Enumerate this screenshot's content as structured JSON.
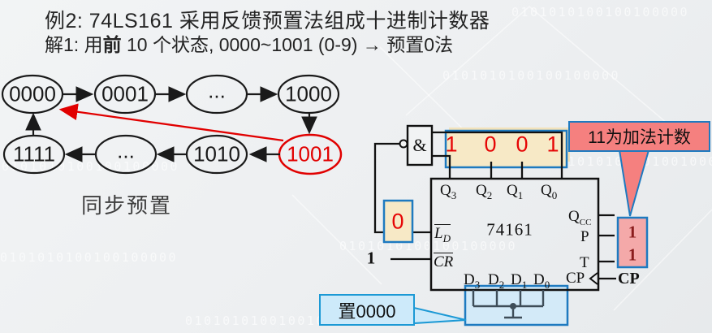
{
  "slide": {
    "title": "例2: 74LS161 采用反馈预置法组成十进制计数器",
    "subtitle_prefix": "解1: 用",
    "subtitle_bold": "前",
    "subtitle_suffix": " 10 个状态, 0000~1001 (0-9) → 预置0法"
  },
  "state_diagram": {
    "caption": "同步预置",
    "states": {
      "s0": "0000",
      "s1": "0001",
      "dots_top": "...",
      "s8": "1000",
      "s15": "1111",
      "dots_bottom": "...",
      "s10": "1010",
      "s9": "1001"
    },
    "highlight_state": "1001"
  },
  "circuit": {
    "chip_name": "74161",
    "gate_label": "&",
    "pins": {
      "q3b": "Q",
      "q3s": "3",
      "q2b": "Q",
      "q2s": "2",
      "q1b": "Q",
      "q1s": "1",
      "q0b": "Q",
      "q0s": "0",
      "d3b": "D",
      "d3s": "3",
      "d2b": "D",
      "d2s": "2",
      "d1b": "D",
      "d1s": "1",
      "d0b": "D",
      "d0s": "0",
      "ldb": "L",
      "lds": "D",
      "cr": "CR",
      "qccb": "Q",
      "qccs": "CC",
      "p": "P",
      "t": "T",
      "cp": "CP"
    },
    "values": {
      "feedback_bits": [
        "1",
        "0",
        "0",
        "1"
      ],
      "ld_value": "0",
      "cr_input": "1",
      "p_value": "1",
      "t_value": "1",
      "cp_input": "CP"
    }
  },
  "callouts": {
    "count_mode": "11为加法计数",
    "preset_zero": "置0000"
  },
  "colors": {
    "highlight_red": "#e10000",
    "callout_red_fill": "#f5807f",
    "callout_blue_fill": "#cdeafa",
    "value_box_yellow": "#f7e9c6",
    "value_box_pink": "#f4a9a9",
    "box_border_blue": "#1e7ac0",
    "maroon_text": "#8b1d1d"
  },
  "watermark": "0101010100100100000"
}
